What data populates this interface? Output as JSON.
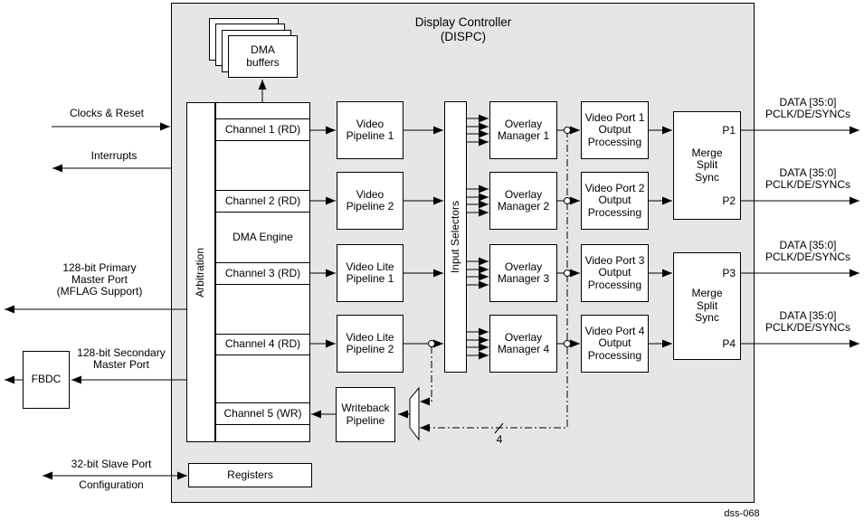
{
  "title": "Display Controller\n(DISPC)",
  "figure_code": "dss-068",
  "colors": {
    "dispc_background": "#e6e6e6",
    "block_background": "#ffffff",
    "line": "#000000"
  },
  "io_labels": {
    "clocks_reset": "Clocks & Reset",
    "interrupts": "Interrupts",
    "primary_master": "128-bit Primary\nMaster Port\n(MFLAG Support)",
    "secondary_master": "128-bit Secondary\nMaster Port",
    "slave_port": "32-bit Slave Port",
    "configuration": "Configuration",
    "bus_width": "4"
  },
  "blocks": {
    "dma_buffers": "DMA\nbuffers",
    "arbitration": "Arbitration",
    "dma_engine": "DMA Engine",
    "channels": [
      "Channel 1 (RD)",
      "Channel 2 (RD)",
      "Channel 3 (RD)",
      "Channel 4 (RD)",
      "Channel 5 (WR)"
    ],
    "pipelines": [
      "Video\nPipeline 1",
      "Video\nPipeline 2",
      "Video Lite\nPipeline 1",
      "Video Lite\nPipeline 2"
    ],
    "writeback": "Writeback\nPipeline",
    "input_selectors": "Input Selectors",
    "overlay_managers": [
      "Overlay\nManager 1",
      "Overlay\nManager 2",
      "Overlay\nManager 3",
      "Overlay\nManager 4"
    ],
    "video_ports": [
      "Video Port 1\nOutput\nProcessing",
      "Video Port 2\nOutput\nProcessing",
      "Video Port 3\nOutput\nProcessing",
      "Video Port 4\nOutput\nProcessing"
    ],
    "merge_sync": [
      {
        "label": "Merge\nSplit\nSync",
        "port_top": "P1",
        "port_bottom": "P2"
      },
      {
        "label": "Merge\nSplit\nSync",
        "port_top": "P3",
        "port_bottom": "P4"
      }
    ],
    "fbdc": "FBDC",
    "registers": "Registers"
  },
  "outputs": [
    "DATA [35:0]\nPCLK/DE/SYNCs",
    "DATA [35:0]\nPCLK/DE/SYNCs",
    "DATA [35:0]\nPCLK/DE/SYNCs",
    "DATA [35:0]\nPCLK/DE/SYNCs"
  ]
}
